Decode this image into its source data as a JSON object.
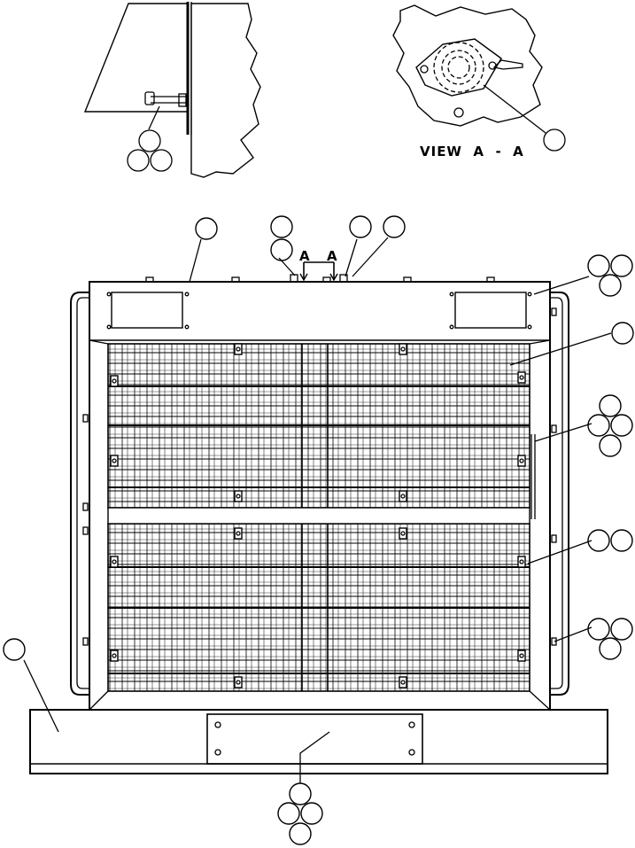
{
  "view_label": "VIEW  A  -  A",
  "section_marker_left": "A",
  "section_marker_right": "A",
  "colors": {
    "ink": "#000000",
    "paper": "#ffffff"
  }
}
